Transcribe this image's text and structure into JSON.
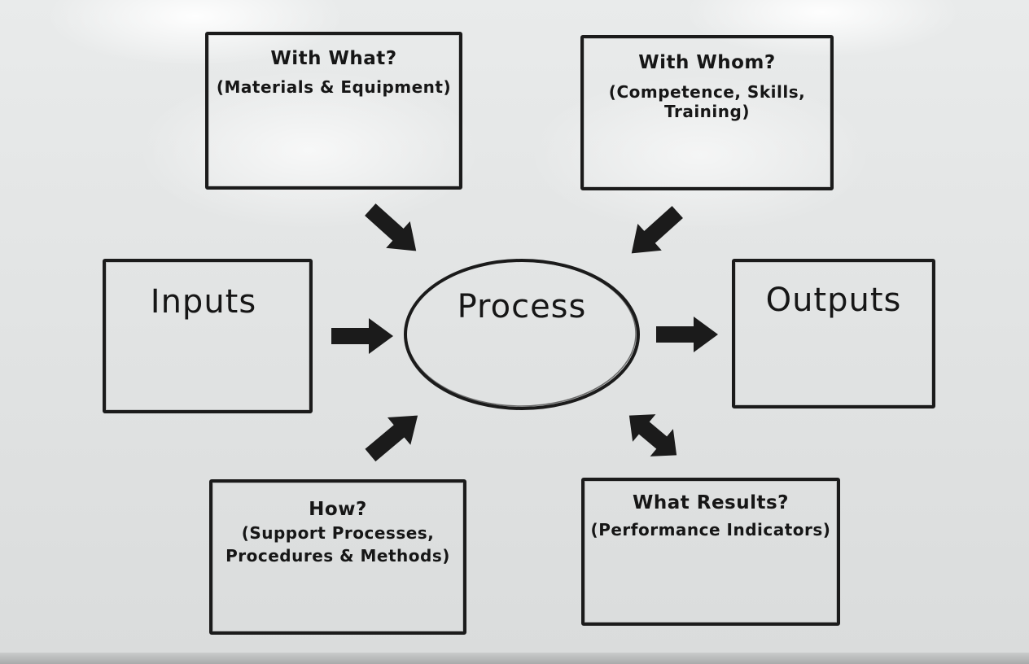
{
  "boxes": {
    "with_what": {
      "title": "With What?",
      "subtitle": "(Materials & Equipment)"
    },
    "with_whom": {
      "title": "With Whom?",
      "subtitle": "(Competence, Skills, Training)"
    },
    "inputs": {
      "title": "Inputs"
    },
    "process": {
      "title": "Process"
    },
    "outputs": {
      "title": "Outputs"
    },
    "how": {
      "title": "How?",
      "line2": "(Support Processes,",
      "line3": "Procedures & Methods)"
    },
    "what_results": {
      "title": "What Results?",
      "subtitle": "(Performance Indicators)"
    }
  },
  "colors": {
    "ink": "#1b1b1b",
    "board": "#e4e6e6"
  }
}
